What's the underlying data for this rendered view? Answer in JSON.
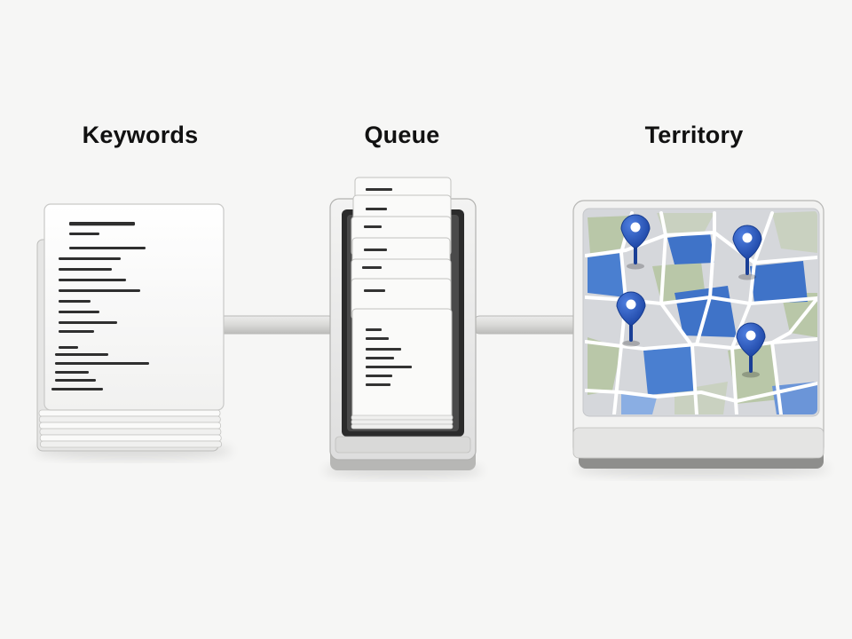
{
  "stages": [
    {
      "id": "keywords",
      "label": "Keywords"
    },
    {
      "id": "queue",
      "label": "Queue"
    },
    {
      "id": "territory",
      "label": "Territory"
    }
  ],
  "colors": {
    "background": "#f6f6f5",
    "card": "#fbfbfa",
    "card_edge": "#d4d4d2",
    "text_line": "#333333",
    "pin": "#1f4fb8",
    "map_blue": "#4a7fd0",
    "map_green": "#b9c7a8",
    "map_gray": "#d5d7db",
    "map_road": "#ffffff"
  },
  "icons": [
    "document-stack-icon",
    "card-queue-icon",
    "map-tray-icon",
    "map-pin-icon"
  ]
}
